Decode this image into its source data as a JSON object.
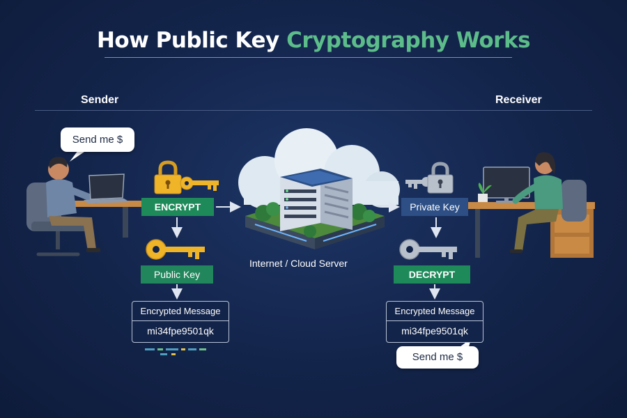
{
  "title": {
    "part1": "How Public Key",
    "part2": "Cryptography Works"
  },
  "roles": {
    "sender": "Sender",
    "receiver": "Receiver"
  },
  "sender": {
    "bubble": "Send me $",
    "encrypt_label": "ENCRYPT",
    "public_key_label": "Public Key",
    "message": {
      "header": "Encrypted Message",
      "cipher": "mi34fpe9501qk"
    }
  },
  "server": {
    "label": "Internet / Cloud Server"
  },
  "receiver": {
    "private_key_label": "Private Key",
    "decrypt_label": "DECRYPT",
    "message": {
      "header": "Encrypted Message",
      "cipher": "mi34fpe9501qk"
    },
    "bubble": "Send me $"
  },
  "colors": {
    "background": "#13244a",
    "accent_green": "#5cbd8a",
    "tag_green": "#1e8a5a",
    "tag_blue": "#2d4f86",
    "gold_key": "#f0b429",
    "silver_key": "#b8c0cc"
  },
  "icons": [
    "gold-padlock-icon",
    "gold-key-icon",
    "silver-padlock-icon",
    "silver-key-icon",
    "cloud-server-icon",
    "laptop-icon",
    "monitor-icon",
    "plant-icon"
  ]
}
